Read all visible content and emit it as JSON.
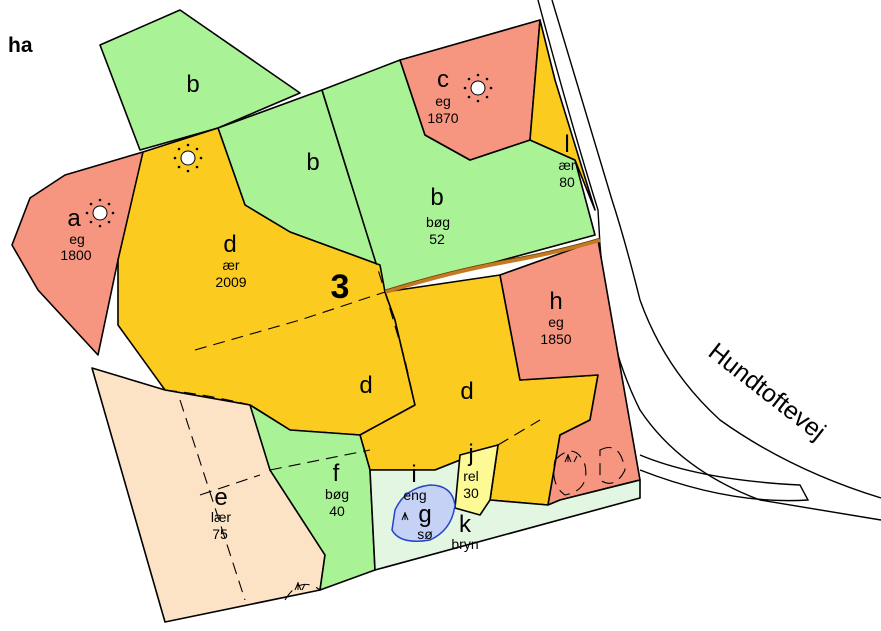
{
  "header": {
    "unit": "ha"
  },
  "map": {
    "section_number": "3",
    "road_name": "Hundtoftevej",
    "colors": {
      "broadleaf_green": "#a9f296",
      "maple_yellow": "#fccb20",
      "oak_salmon": "#f79680",
      "larch_peach": "#fde3c5",
      "meadow_pale": "#e3f6e1",
      "alder_yellow": "#fdfa96",
      "lake_blue": "#c6d2f5",
      "path_brown": "#c47a22"
    },
    "stands": [
      {
        "letter": "a",
        "species": "eg",
        "year": "1800"
      },
      {
        "letter": "b"
      },
      {
        "letter": "b"
      },
      {
        "letter": "b",
        "species": "bøg",
        "year": "52"
      },
      {
        "letter": "c",
        "species": "eg",
        "year": "1870"
      },
      {
        "letter": "d",
        "species": "ær",
        "year": "2009"
      },
      {
        "letter": "d"
      },
      {
        "letter": "d"
      },
      {
        "letter": "e",
        "species": "lær",
        "year": "75"
      },
      {
        "letter": "f",
        "species": "bøg",
        "year": "40"
      },
      {
        "letter": "g",
        "species": "sø"
      },
      {
        "letter": "h",
        "species": "eg",
        "year": "1850"
      },
      {
        "letter": "i",
        "species": "eng"
      },
      {
        "letter": "j",
        "species": "rel",
        "year": "30"
      },
      {
        "letter": "k",
        "species": "bryn"
      },
      {
        "letter": "l",
        "species": "ær",
        "year": "80"
      }
    ],
    "symbols": [
      "sun-symbol",
      "sun-symbol",
      "sun-symbol",
      "grass-symbol",
      "grass-symbol",
      "grass-symbol"
    ]
  }
}
